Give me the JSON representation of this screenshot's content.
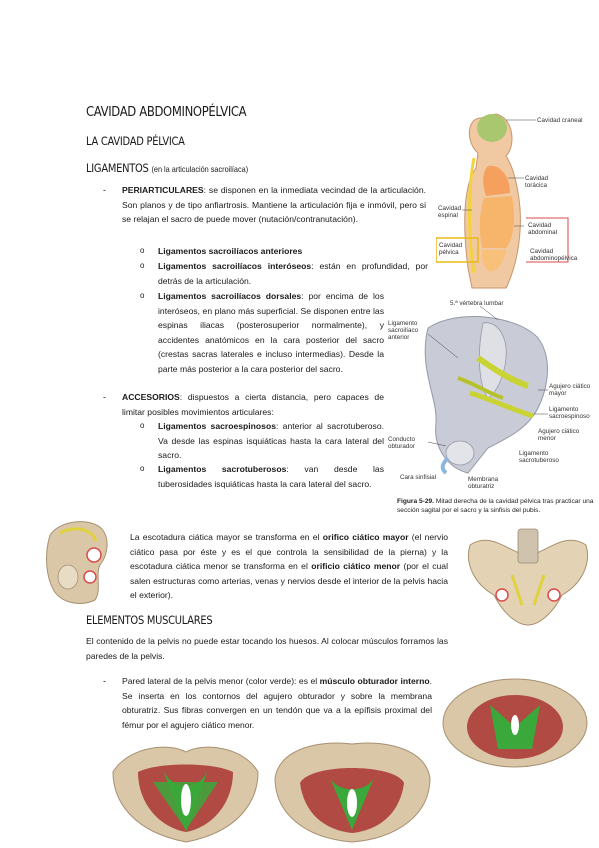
{
  "title": "CAVIDAD ABDOMINOPÉLVICA",
  "subtitle": "LA CAVIDAD PÉLVICA",
  "ligamentos": {
    "heading": "LIGAMENTOS",
    "heading_note": "(en la articulación sacroilíaca)",
    "periarticulares_label": "PERIARTICULARES",
    "periarticulares_text": ": se disponen en la inmediata vecindad de la articulación. Son planos y de tipo anfiartrosis. Mantiene la articulación fija e inmóvil, pero si se relajan el sacro de puede mover (nutación/contranutación).",
    "sub1_label": "Ligamentos sacroilíacos anteriores",
    "sub2_label": "Ligamentos sacroilíacos interóseos",
    "sub2_text": ": están en profundidad, por detrás de la articulación.",
    "sub3_label": "Ligamentos sacroilíacos dorsales",
    "sub3_text": ": por encima de los interóseos, en plano más superficial. Se disponen entre las espinas iliacas (posterosuperior normalmente), y accidentes anatómicos en la cara posterior del sacro (crestas sacras laterales e incluso intermedias). Desde la parte más posterior a la cara posterior del sacro.",
    "accesorios_label": "ACCESORIOS",
    "accesorios_text": ": dispuestos a cierta distancia, pero capaces de limitar posibles movimientos articulares:",
    "sub4_label": "Ligamentos sacroespinosos",
    "sub4_text": ": anterior al sacrotuberoso. Va desde las espinas isquiáticas hasta la cara lateral del sacro.",
    "sub5_label": "Ligamentos sacrotuberosos",
    "sub5_text": ": van desde las tuberosidades isquiáticas hasta la cara lateral del sacro."
  },
  "escotadura": {
    "text1": "La escotadura ciática mayor se transforma en el ",
    "bold1": "orifico ciático mayor",
    "text2": " (el nervio ciático pasa por éste y es el que controla la sensibilidad de la pierna) y la escotadura ciática menor se transforma en el ",
    "bold2": "orificio ciático menor",
    "text3": " (por el cual salen estructuras como arterias, venas y nervios desde el interior de la pelvis hacia el exterior)."
  },
  "musculares": {
    "heading": "ELEMENTOS MUSCULARES",
    "intro": "El contenido de la pelvis no puede estar tocando los huesos. Al colocar músculos forramos las paredes de la pelvis.",
    "pared_text1": "Pared lateral de la pelvis menor (color verde): es el ",
    "pared_bold": "músculo obturador interno",
    "pared_text2": ". Se inserta en los contornos del agujero obturador y sobre la membrana obturatriz. Sus fibras convergen en un tendón que va a la epífisis proximal del fémur por el agujero ciático menor."
  },
  "figure_body": {
    "labels": [
      "Cavidad craneal",
      "Cavidad torácica",
      "Cavidad espinal",
      "Cavidad abdominal",
      "Cavidad pélvica",
      "Cavidad abdominopélvica"
    ]
  },
  "figure_pelvis": {
    "labels": [
      "5.ª vértebra lumbar",
      "Ligamento sacroilíaco anterior",
      "Agujero ciático mayor",
      "Ligamento sacroespinoso",
      "Conducto obturador",
      "Agujero ciático menor",
      "Cara sinfisial",
      "Membrana obturatriz",
      "Ligamento sacrotuberoso"
    ],
    "caption_bold": "Figura 5-29.",
    "caption_text": " Mitad derecha de la cavidad pélvica tras practicar una sección sagital por el sacro y la sinfisis del pubis."
  },
  "bullets": {
    "dash": "-",
    "circle": "o"
  },
  "colors": {
    "green": "#3aa83a",
    "muscle": "#b04a43",
    "bone": "#d9c7a8",
    "yellow": "#e8d227"
  }
}
